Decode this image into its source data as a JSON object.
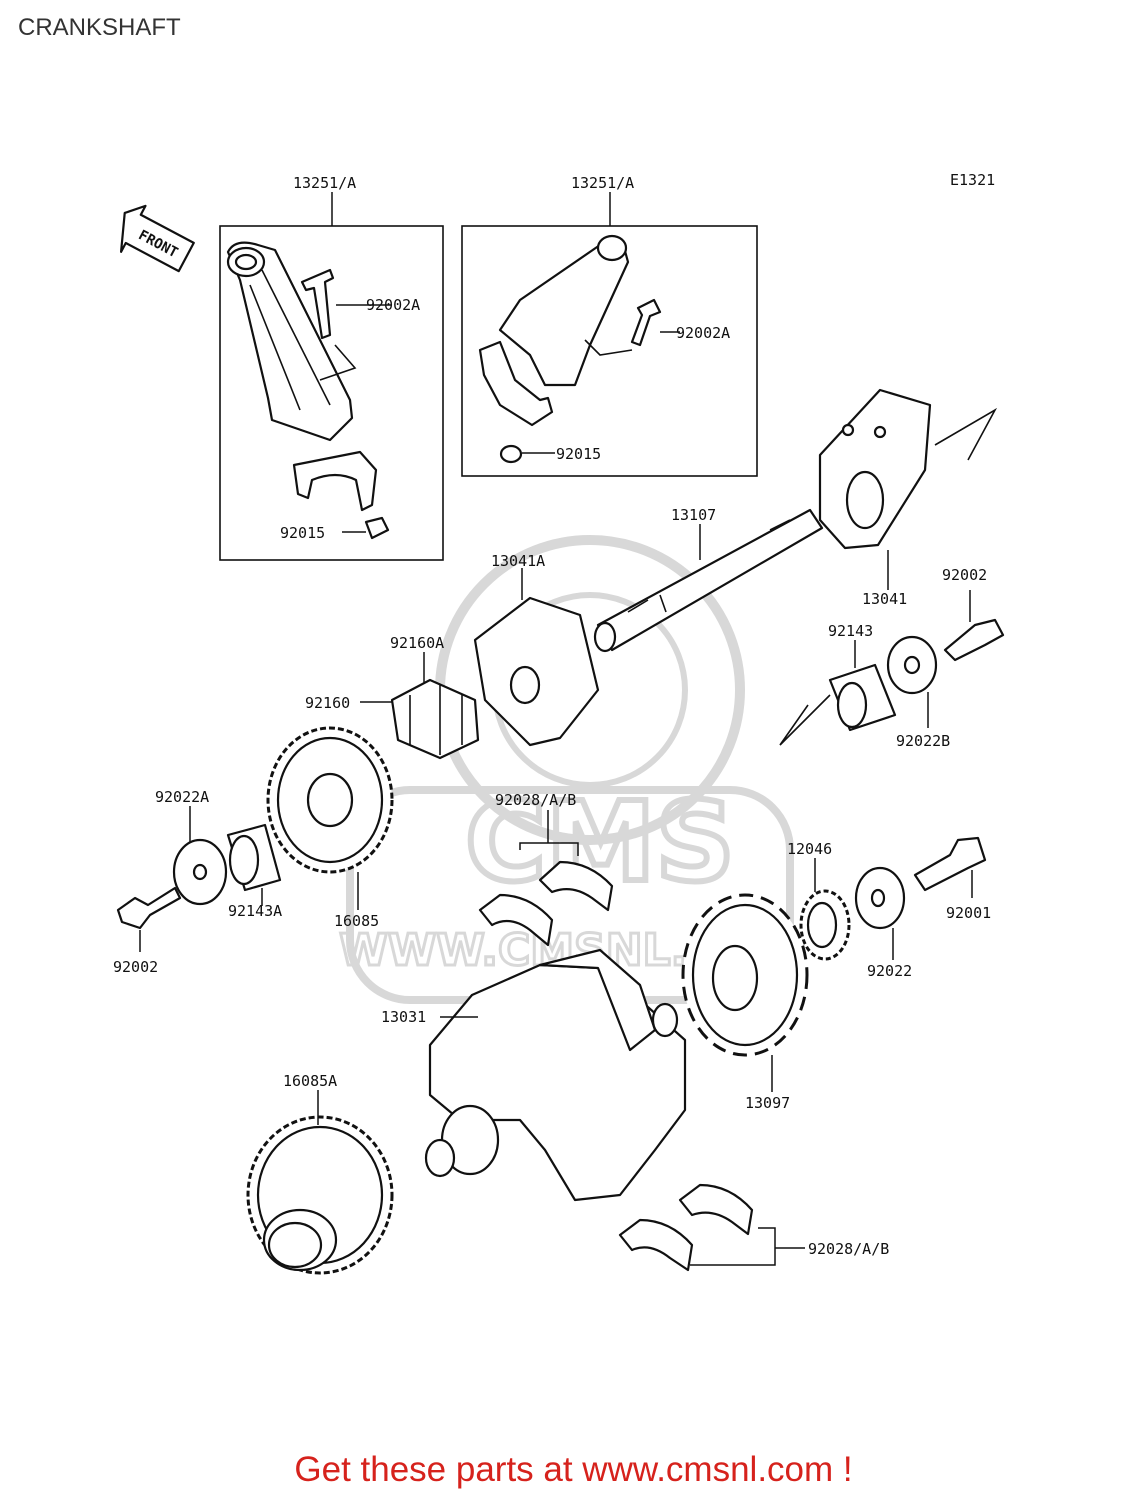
{
  "page": {
    "title": "CRANKSHAFT"
  },
  "diagram_code": "E1321",
  "front_marker": "FRONT",
  "watermark": {
    "brand": "CMS",
    "url": "WWW.CMSNL.COM"
  },
  "callouts": {
    "conrod_left": "13251/A",
    "conrod_right": "13251/A",
    "bolt_left": "92002A",
    "bolt_right": "92002A",
    "nut_left": "92015",
    "nut_right": "92015",
    "shaft": "13107",
    "coupling_a": "13041A",
    "coupling": "13041",
    "bolt_top_right": "92002",
    "collar_right": "92143",
    "washer_right": "92022B",
    "damper_a": "92160A",
    "damper": "92160",
    "washer_left": "92022A",
    "collar_left": "92143A",
    "gear_mid": "16085",
    "bolt_left_low": "92002",
    "bearing_upper": "92028/A/B",
    "sprocket_small": "12046",
    "bolt_right_low": "92001",
    "washer_small": "92022",
    "crankshaft": "13031",
    "gear_large": "16085A",
    "rotor_gear": "13097",
    "bearing_lower": "92028/A/B"
  },
  "footer": {
    "cta": "Get these parts at www.cmsnl.com !"
  },
  "colors": {
    "cta": "#d6221c",
    "title": "#333333",
    "watermark": "#d8d8d8"
  }
}
